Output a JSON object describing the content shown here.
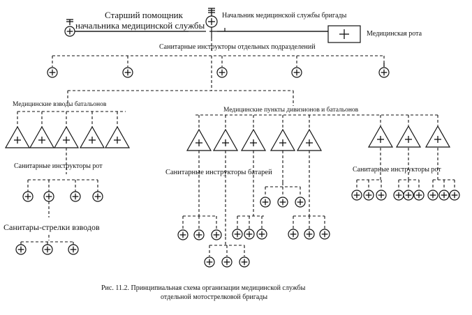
{
  "labels": {
    "senior_assistant_line1": "Старший помощник",
    "senior_assistant_line2": "начальника медицинской службы",
    "chief": "Начальник медицинской службы бригады",
    "medical_company": "Медицинская рота",
    "unit_instructors": "Санитарные инструкторы отдельных подразделений",
    "battalion_platoons": "Медицинские взводы батальонов",
    "division_points": "Медицинские пункты дивизионов и батальонов",
    "company_instructors_left": "Санитарные инструкторы рот",
    "battery_instructors": "Санитарные   инструкторы   батарей",
    "company_instructors_right": "Санитарные инструкторы рот",
    "platoon_orderlies": "Санитары-стрелки взводов"
  },
  "caption": {
    "line1": "Рис. 11.2. Принципиальная схема организации медицинской службы",
    "line2": "отдельной мотострелковой бригады"
  }
}
